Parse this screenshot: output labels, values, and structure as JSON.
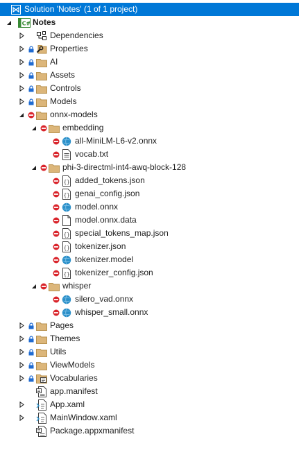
{
  "header": {
    "label": "Solution 'Notes' (1 of 1 project)"
  },
  "project": {
    "label": "Notes",
    "badge": "C#"
  },
  "nodes": [
    {
      "label": "Dependencies",
      "icon": "dependencies-icon",
      "expander": "collapsed",
      "state": "none"
    },
    {
      "label": "Properties",
      "icon": "properties-wrench-icon",
      "expander": "collapsed",
      "state": "lock"
    },
    {
      "label": "AI",
      "icon": "folder-icon",
      "expander": "collapsed",
      "state": "lock"
    },
    {
      "label": "Assets",
      "icon": "folder-icon",
      "expander": "collapsed",
      "state": "lock"
    },
    {
      "label": "Controls",
      "icon": "folder-icon",
      "expander": "collapsed",
      "state": "lock"
    },
    {
      "label": "Models",
      "icon": "folder-icon",
      "expander": "collapsed",
      "state": "lock"
    },
    {
      "label": "onnx-models",
      "icon": "folder-icon",
      "expander": "expanded",
      "state": "excluded"
    },
    {
      "label": "embedding",
      "icon": "folder-icon",
      "expander": "expanded",
      "state": "excluded"
    },
    {
      "label": "all-MiniLM-L6-v2.onnx",
      "icon": "globe-file-icon",
      "expander": "none",
      "state": "excluded"
    },
    {
      "label": "vocab.txt",
      "icon": "text-file-icon",
      "expander": "none",
      "state": "excluded"
    },
    {
      "label": "phi-3-directml-int4-awq-block-128",
      "icon": "folder-icon",
      "expander": "expanded",
      "state": "excluded"
    },
    {
      "label": "added_tokens.json",
      "icon": "json-file-icon",
      "expander": "none",
      "state": "excluded"
    },
    {
      "label": "genai_config.json",
      "icon": "json-file-icon",
      "expander": "none",
      "state": "excluded"
    },
    {
      "label": "model.onnx",
      "icon": "globe-file-icon",
      "expander": "none",
      "state": "excluded"
    },
    {
      "label": "model.onnx.data",
      "icon": "blank-file-icon",
      "expander": "none",
      "state": "excluded"
    },
    {
      "label": "special_tokens_map.json",
      "icon": "json-file-icon",
      "expander": "none",
      "state": "excluded"
    },
    {
      "label": "tokenizer.json",
      "icon": "json-file-icon",
      "expander": "none",
      "state": "excluded"
    },
    {
      "label": "tokenizer.model",
      "icon": "globe-file-icon",
      "expander": "none",
      "state": "excluded"
    },
    {
      "label": "tokenizer_config.json",
      "icon": "json-file-icon",
      "expander": "none",
      "state": "excluded"
    },
    {
      "label": "whisper",
      "icon": "folder-icon",
      "expander": "expanded",
      "state": "excluded"
    },
    {
      "label": "silero_vad.onnx",
      "icon": "globe-file-icon",
      "expander": "none",
      "state": "excluded"
    },
    {
      "label": "whisper_small.onnx",
      "icon": "globe-file-icon",
      "expander": "none",
      "state": "excluded"
    },
    {
      "label": "Pages",
      "icon": "folder-icon",
      "expander": "collapsed",
      "state": "lock"
    },
    {
      "label": "Themes",
      "icon": "folder-icon",
      "expander": "collapsed",
      "state": "lock"
    },
    {
      "label": "Utils",
      "icon": "folder-icon",
      "expander": "collapsed",
      "state": "lock"
    },
    {
      "label": "ViewModels",
      "icon": "folder-icon",
      "expander": "collapsed",
      "state": "lock"
    },
    {
      "label": "Vocabularies",
      "icon": "resource-file-icon",
      "expander": "collapsed",
      "state": "lock"
    },
    {
      "label": "app.manifest",
      "icon": "manifest-file-icon",
      "expander": "none",
      "state": "none"
    },
    {
      "label": "App.xaml",
      "icon": "xaml-file-icon",
      "expander": "collapsed",
      "state": "none"
    },
    {
      "label": "MainWindow.xaml",
      "icon": "xaml-file-icon",
      "expander": "collapsed",
      "state": "none"
    },
    {
      "label": "Package.appxmanifest",
      "icon": "manifest-file-icon",
      "expander": "none",
      "state": "none"
    }
  ],
  "colors": {
    "selection": "#0078d7",
    "folder": "#dcb67a",
    "folder_dark": "#b8924f",
    "lock": "#1f6bd1",
    "excluded": "#d9242b",
    "globe": "#2a8fc9",
    "csharp": "#388a34"
  }
}
